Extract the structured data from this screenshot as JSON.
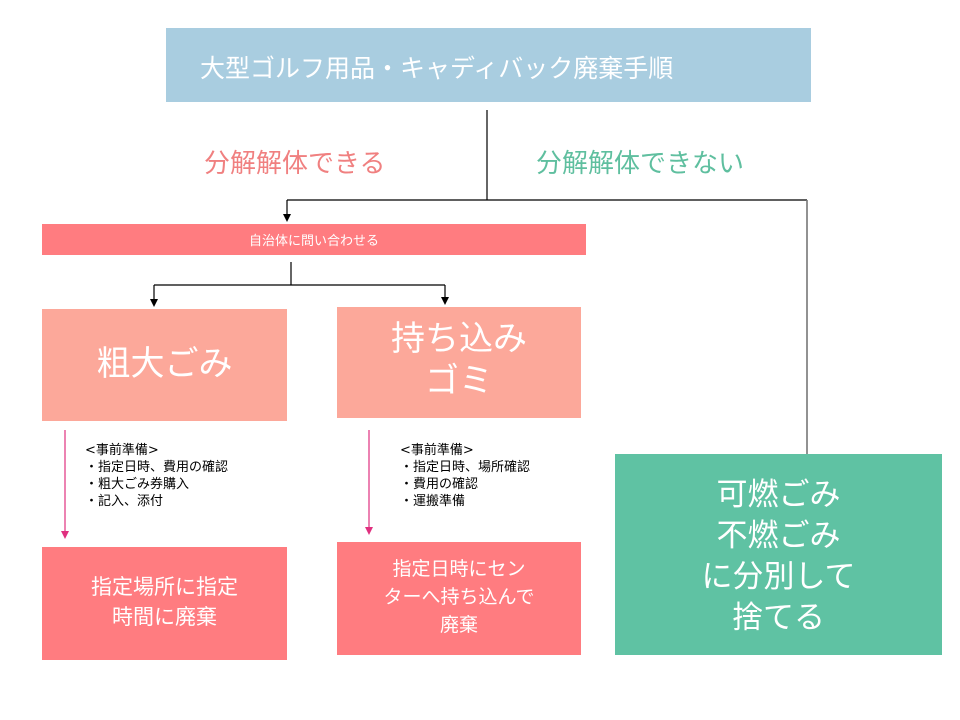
{
  "title": "大型ゴルフ用品・キャディバック廃棄手順",
  "branches": {
    "yes_label": "分解解体できる",
    "no_label": "分解解体できない"
  },
  "inquire": "自治体に問い合わせる",
  "sodai": {
    "label": "粗大ごみ",
    "prep_heading": "<事前準備>",
    "prep_items": [
      "・指定日時、費用の確認",
      "・粗大ごみ券購入",
      "・記入、添付"
    ],
    "result_lines": [
      "指定場所に指定",
      "時間に廃棄"
    ]
  },
  "mochikomi": {
    "label_lines": [
      "持ち込み",
      "ゴミ"
    ],
    "prep_heading": "<事前準備>",
    "prep_items": [
      "・指定日時、場所確認",
      "・費用の確認",
      "・運搬準備"
    ],
    "result_lines": [
      "指定日時にセン",
      "ターへ持ち込んで",
      "廃棄"
    ]
  },
  "separate": {
    "lines": [
      "可燃ごみ",
      "不燃ごみ",
      "に分別して",
      "捨てる"
    ]
  },
  "colors": {
    "title_bg": "#a9cde0",
    "yes_text": "#f08080",
    "no_text": "#5fbf9f",
    "salmon": "#fca89a",
    "pink": "#ff7c80",
    "green": "#5fc2a3",
    "magenta_arrow": "#e0307f"
  }
}
